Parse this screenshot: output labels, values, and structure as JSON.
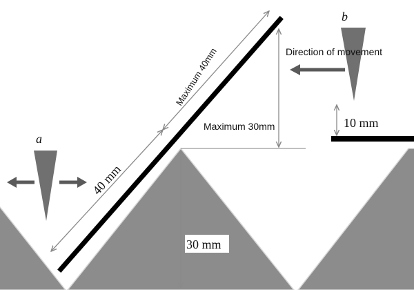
{
  "labels": {
    "tool_a": "a",
    "tool_b": "b",
    "direction": "Direction of movement",
    "max_diagonal": "Maximum 40mm",
    "max_height": "Maximum 30mm",
    "diagonal": "40 mm",
    "ridge_height": "30 mm",
    "gap": "10 mm"
  },
  "colors": {
    "ridge_fill": "#8c8c8c",
    "tool_fill": "#707070",
    "bar": "#000000",
    "dimension_line": "#8a8a8a",
    "arrow": "#5a5a5a"
  }
}
